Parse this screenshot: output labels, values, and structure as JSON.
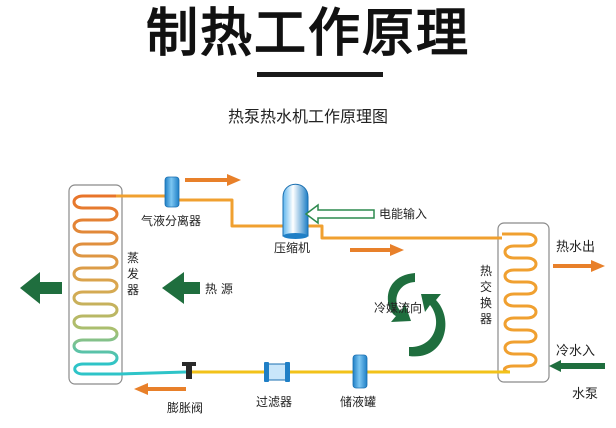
{
  "title": "制热工作原理",
  "subtitle": "热泵热水机工作原理图",
  "labels": {
    "separator": "气液分离器",
    "compressor": "压缩机",
    "power_input": "电能输入",
    "evaporator": [
      "蒸",
      "发",
      "器"
    ],
    "heat_source": "热 源",
    "refrigerant_flow": "冷媒流向",
    "heat_exchanger": [
      "热",
      "交",
      "换",
      "器"
    ],
    "hot_water_out": "热水出",
    "cold_water_in": "冷水入",
    "water_pump": "水泵",
    "expansion_valve": "膨胀阀",
    "filter": "过滤器",
    "receiver": "储液罐"
  },
  "colors": {
    "pipe_orange": "#f0a030",
    "pipe_yellow": "#f2c21a",
    "arrow_orange": "#e8802a",
    "arrow_green": "#1f6e3e",
    "component_blue": "#1f8fd6",
    "coil_top": "#e8742a",
    "coil_bottom": "#2ec4c8"
  }
}
